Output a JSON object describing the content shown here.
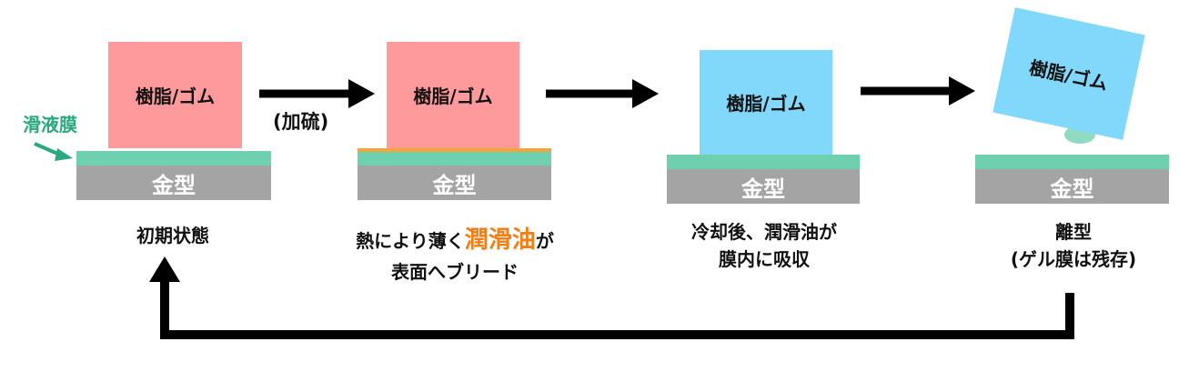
{
  "colors": {
    "resin_initial": "#fe9a9c",
    "resin_after": "#81d8fa",
    "lubricant_film": "#6fd0b0",
    "bleed_layer": "#f5a43a",
    "mold": "#a4a4a4",
    "emphasis": "#f07f18",
    "arrow": "#000000"
  },
  "labels": {
    "resin": "樹脂/ゴム",
    "mold": "金型",
    "lubricant_film": "滑液膜",
    "vulcanization": "(加硫)"
  },
  "stages": [
    {
      "id": "initial",
      "caption_lines": [
        "初期状態"
      ]
    },
    {
      "id": "bleed",
      "caption_pre": "熱により薄く",
      "caption_em": "潤滑油",
      "caption_post": "が",
      "caption_line2": "表面へブリード"
    },
    {
      "id": "absorb",
      "caption_lines": [
        "冷却後、潤滑油が",
        "膜内に吸収"
      ]
    },
    {
      "id": "release",
      "caption_lines": [
        "離型",
        "(ゲル膜は残存)"
      ]
    }
  ]
}
